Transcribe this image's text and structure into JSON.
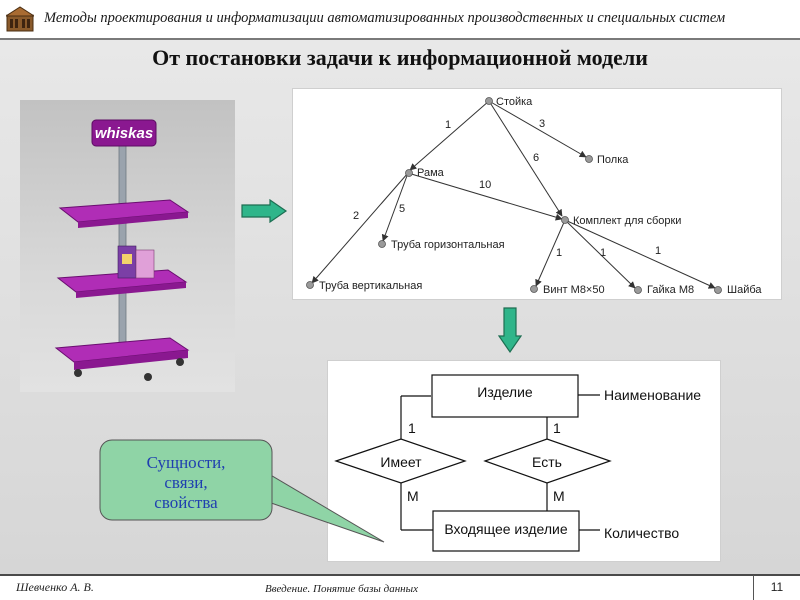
{
  "header": {
    "title": "Методы проектирования и информатизации автоматизированных производственных и специальных систем"
  },
  "slide": {
    "title": "От постановки задачи к информационной модели"
  },
  "photo": {
    "brand": "whiskas"
  },
  "tree": {
    "nodes": {
      "stoika": "Стойка",
      "rama": "Рама",
      "polka": "Полка",
      "komplekt": "Комплект для сборки",
      "truba_gor": "Труба горизонтальная",
      "truba_vert": "Труба вертикальная",
      "vint": "Винт М8×50",
      "gaika": "Гайка М8",
      "shaiba": "Шайба"
    },
    "edges": {
      "stoika_rama": "1",
      "stoika_polka": "3",
      "stoika_komplekt": "6",
      "rama_komplekt": "10",
      "rama_truba_vert": "2",
      "rama_truba_gor": "5",
      "komplekt_vint": "1",
      "komplekt_gaika": "1",
      "komplekt_shaiba": "1"
    }
  },
  "er": {
    "entity_top": "Изделие",
    "entity_bottom": "Входящее изделие",
    "attr_top": "Наименование",
    "attr_bottom": "Количество",
    "rel_left": "Имеет",
    "rel_right": "Есть",
    "card_left_top": "1",
    "card_left_bottom": "М",
    "card_right_top": "1",
    "card_right_bottom": "М"
  },
  "callout": {
    "line1": "Сущности,",
    "line2": "связи,",
    "line3": "свойства"
  },
  "footer": {
    "author": "Шевченко А. В.",
    "topic": "Введение. Понятие базы данных",
    "page": "11"
  },
  "colors": {
    "arrow_green": "#2fb58a",
    "callout_fill": "#8fd4a6",
    "callout_text": "#1f3fb0",
    "stand_purple": "#9c1fa3"
  }
}
